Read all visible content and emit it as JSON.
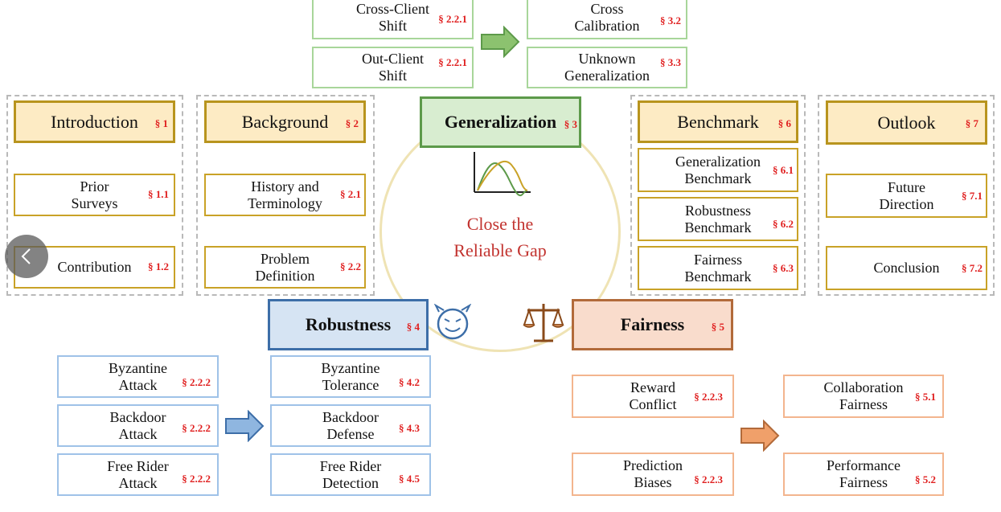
{
  "center": {
    "text_line1": "Close the",
    "text_line2": "Reliable Gap"
  },
  "generalization": {
    "title": "Generalization",
    "sec": "§ 3",
    "left": [
      {
        "label": "Cross-Client\nShift",
        "sec": "§ 2.2.1"
      },
      {
        "label": "Out-Client\nShift",
        "sec": "§ 2.2.1"
      }
    ],
    "right": [
      {
        "label": "Cross\nCalibration",
        "sec": "§ 3.2"
      },
      {
        "label": "Unknown\nGeneralization",
        "sec": "§ 3.3"
      }
    ]
  },
  "introduction": {
    "title": "Introduction",
    "sec": "§ 1",
    "items": [
      {
        "label": "Prior\nSurveys",
        "sec": "§ 1.1"
      },
      {
        "label": "Contribution",
        "sec": "§ 1.2"
      }
    ]
  },
  "background": {
    "title": "Background",
    "sec": "§ 2",
    "items": [
      {
        "label": "History and\nTerminology",
        "sec": "§ 2.1"
      },
      {
        "label": "Problem\nDefinition",
        "sec": "§ 2.2"
      }
    ]
  },
  "benchmark": {
    "title": "Benchmark",
    "sec": "§ 6",
    "items": [
      {
        "label": "Generalization\nBenchmark",
        "sec": "§ 6.1"
      },
      {
        "label": "Robustness\nBenchmark",
        "sec": "§ 6.2"
      },
      {
        "label": "Fairness\nBenchmark",
        "sec": "§ 6.3"
      }
    ]
  },
  "outlook": {
    "title": "Outlook",
    "sec": "§ 7",
    "items": [
      {
        "label": "Future\nDirection",
        "sec": "§ 7.1"
      },
      {
        "label": "Conclusion",
        "sec": "§ 7.2"
      }
    ]
  },
  "robustness": {
    "title": "Robustness",
    "sec": "§ 4",
    "left": [
      {
        "label": "Byzantine\nAttack",
        "sec": "§ 2.2.2"
      },
      {
        "label": "Backdoor\nAttack",
        "sec": "§ 2.2.2"
      },
      {
        "label": "Free Rider\nAttack",
        "sec": "§ 2.2.2"
      }
    ],
    "right": [
      {
        "label": "Byzantine\nTolerance",
        "sec": "§ 4.2"
      },
      {
        "label": "Backdoor\nDefense",
        "sec": "§ 4.3"
      },
      {
        "label": "Free Rider\nDetection",
        "sec": "§ 4.5"
      }
    ]
  },
  "fairness": {
    "title": "Fairness",
    "sec": "§ 5",
    "left": [
      {
        "label": "Reward\nConflict",
        "sec": "§ 2.2.3"
      },
      {
        "label": "Prediction\nBiases",
        "sec": "§ 2.2.3"
      }
    ],
    "right": [
      {
        "label": "Collaboration\nFairness",
        "sec": "§ 5.1"
      },
      {
        "label": "Performance\nFairness",
        "sec": "§ 5.2"
      }
    ]
  },
  "colors": {
    "green": "#5d9a4a",
    "blue": "#3d6ea8",
    "orange": "#b26a3a",
    "tan": "#c9a227",
    "red": "#e02020"
  },
  "icons": [
    "curve-plot-icon",
    "devil-face-icon",
    "balance-scale-icon",
    "right-arrow-icon",
    "prev-nav-icon"
  ]
}
